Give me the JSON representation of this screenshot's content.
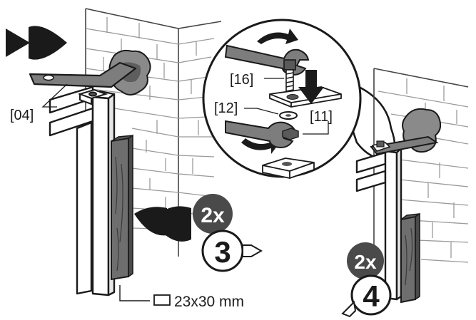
{
  "labels": {
    "part_04": "[04]",
    "part_16": "[16]",
    "part_12": "[12]",
    "part_11": "[11]",
    "dimension": "23x30 mm"
  },
  "steps": {
    "step3": {
      "number": "3",
      "count": "2x"
    },
    "step4": {
      "number": "4",
      "count": "2x"
    }
  },
  "colors": {
    "line": "#1a1a1a",
    "brick": "#9a9a9a",
    "metal": "#7d7d7d",
    "wood": "#6e6e6e",
    "badge": "#4a4a4a",
    "arrow": "#1a1a1a"
  }
}
